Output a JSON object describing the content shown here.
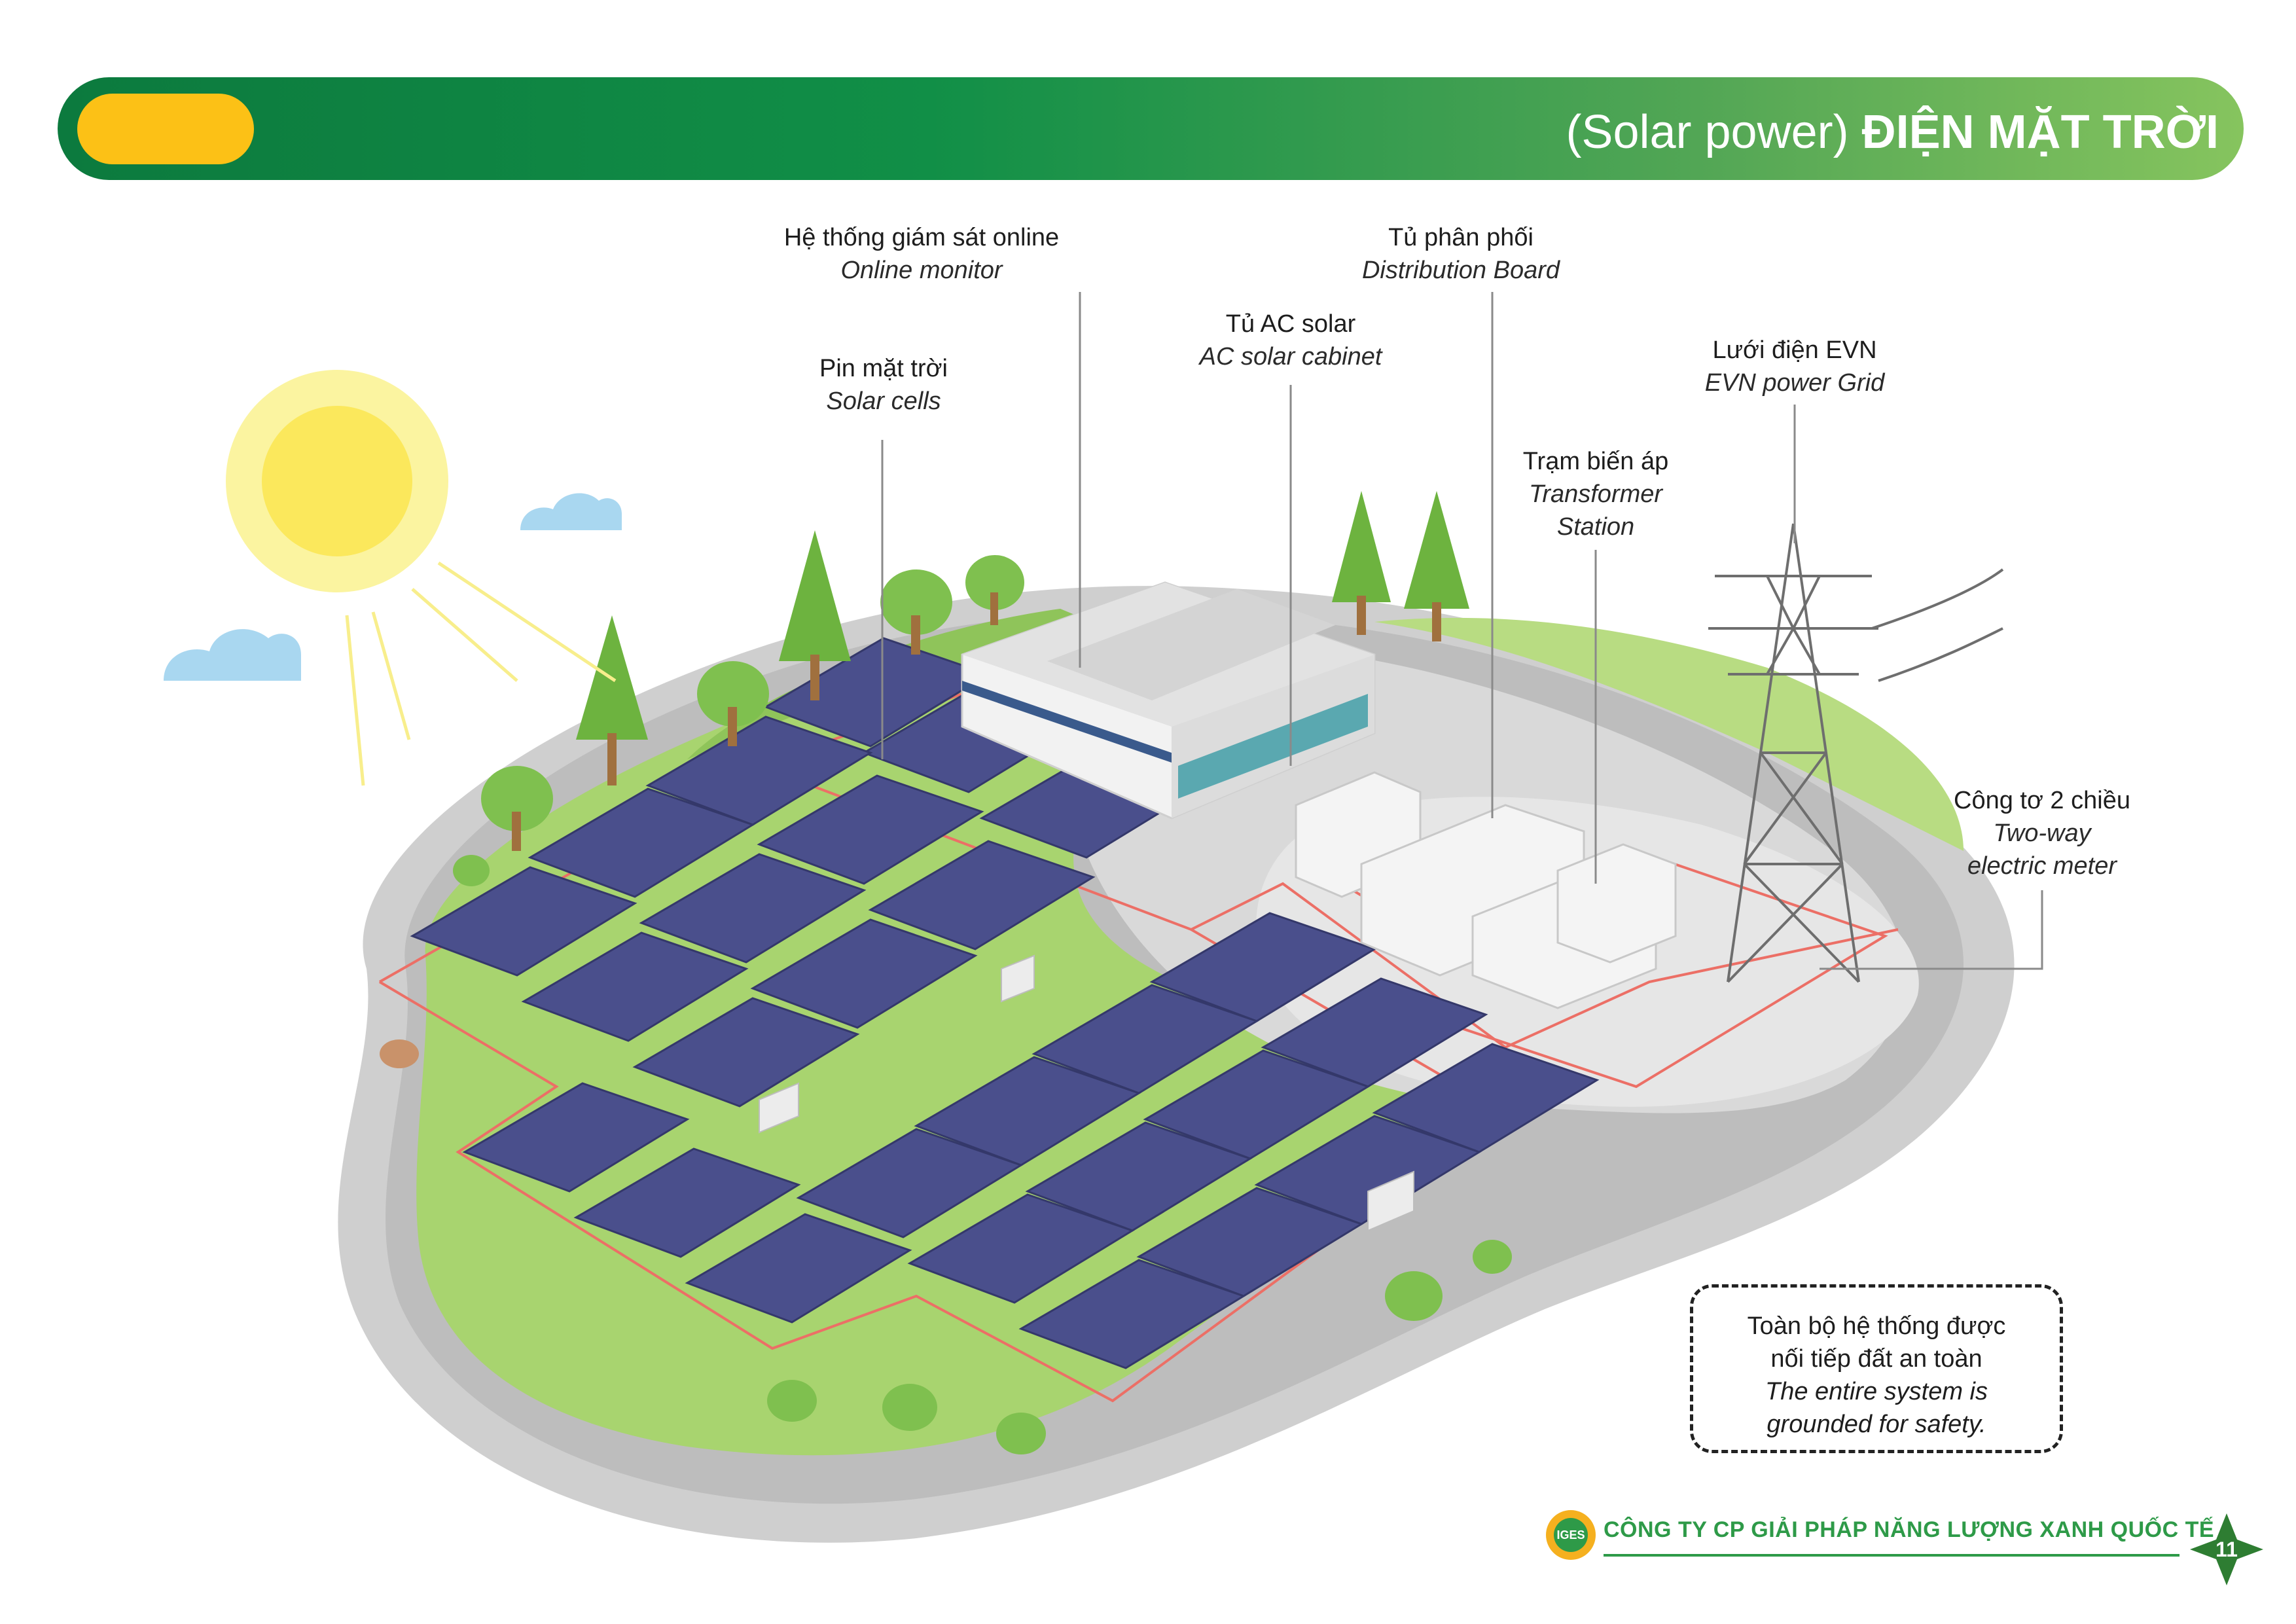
{
  "header": {
    "title_light": "(Solar power) ",
    "title_bold": "ĐIỆN MẶT TRỜI"
  },
  "labels": {
    "online_monitor": {
      "vi": "Hệ thống giám sát online",
      "en": "Online monitor"
    },
    "distribution_board": {
      "vi": "Tủ phân phối",
      "en": "Distribution Board"
    },
    "ac_solar_cabinet": {
      "vi": "Tủ AC solar",
      "en": "AC solar cabinet"
    },
    "solar_cells": {
      "vi": "Pin mặt trời",
      "en": "Solar cells"
    },
    "evn_grid": {
      "vi": "Lưới điện EVN",
      "en": "EVN power Grid"
    },
    "transformer": {
      "vi": "Trạm biến áp",
      "en_line1": "Transformer",
      "en_line2": "Station"
    },
    "meter": {
      "vi": "Công tơ 2 chiều",
      "en_line1": "Two-way",
      "en_line2": "electric meter"
    }
  },
  "note": {
    "vi_line1": "Toàn bộ hệ thống được",
    "vi_line2": "nối tiếp đất an toàn",
    "en_line1": "The entire system is",
    "en_line2": "grounded for safety."
  },
  "footer": {
    "logo_text": "IGES",
    "company": "CÔNG TY CP GIẢI PHÁP NĂNG LƯỢNG XANH QUỐC TẾ",
    "page_number": "11"
  },
  "colors": {
    "header_dark": "#0c7a3e",
    "header_light": "#86c45e",
    "accent_yellow": "#fcc116",
    "grass": "#a8d46f",
    "grass_light": "#cfe6a2",
    "road": "#b8b8b8",
    "panel": "#4a4f8c",
    "cable": "#e8625a"
  }
}
